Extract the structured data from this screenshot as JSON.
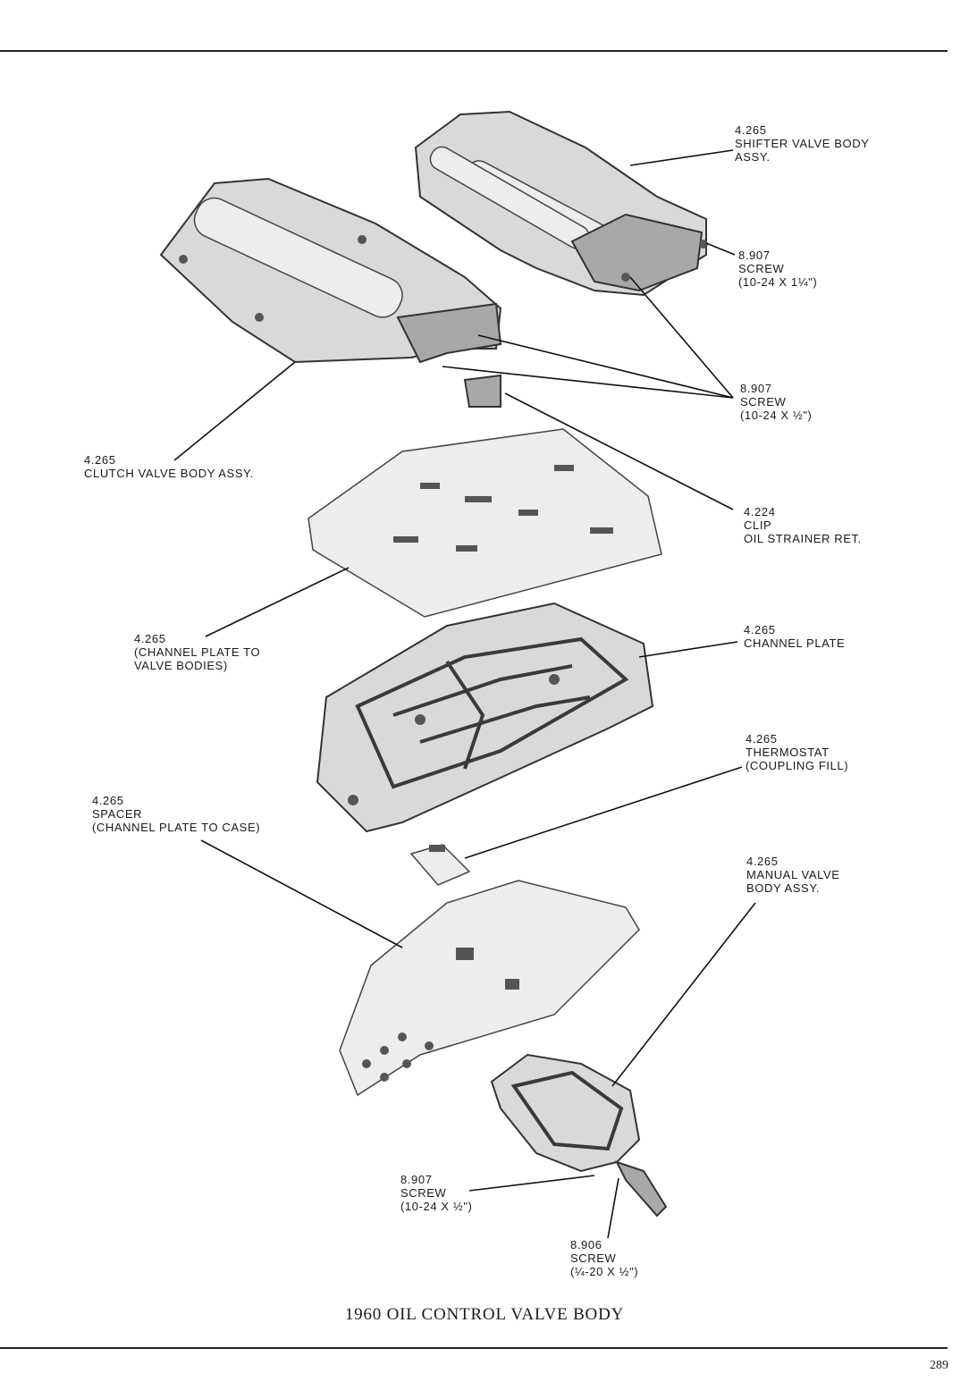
{
  "caption": "1960 OIL CONTROL VALVE BODY",
  "page_number": "289",
  "labels": {
    "shifter_valve": [
      "4.265",
      "SHIFTER VALVE BODY",
      "ASSY."
    ],
    "screw_top": [
      "8.907",
      "SCREW",
      "(10-24 x 1¼\")"
    ],
    "screw_mid": [
      "8.907",
      "SCREW",
      "(10-24 x ½\")"
    ],
    "clutch_valve": [
      "4.265",
      "CLUTCH VALVE BODY ASSY."
    ],
    "clip": [
      "4.224",
      "CLIP",
      "OIL STRAINER RET."
    ],
    "channel_plate_spacer": [
      "4.265",
      "(CHANNEL PLATE TO",
      "VALVE BODIES)"
    ],
    "channel_plate": [
      "4.265",
      "CHANNEL PLATE"
    ],
    "thermostat": [
      "4.265",
      "THERMOSTAT",
      "(COUPLING FILL)"
    ],
    "spacer_case": [
      "4.265",
      "SPACER",
      "(CHANNEL PLATE TO CASE)"
    ],
    "manual_valve": [
      "4.265",
      "MANUAL VALVE",
      "BODY ASSY."
    ],
    "screw_bottom_a": [
      "8.907",
      "SCREW",
      "(10-24 x ½\")"
    ],
    "screw_bottom_b": [
      "8.906",
      "SCREW",
      "(¼-20 x ½\")"
    ]
  }
}
